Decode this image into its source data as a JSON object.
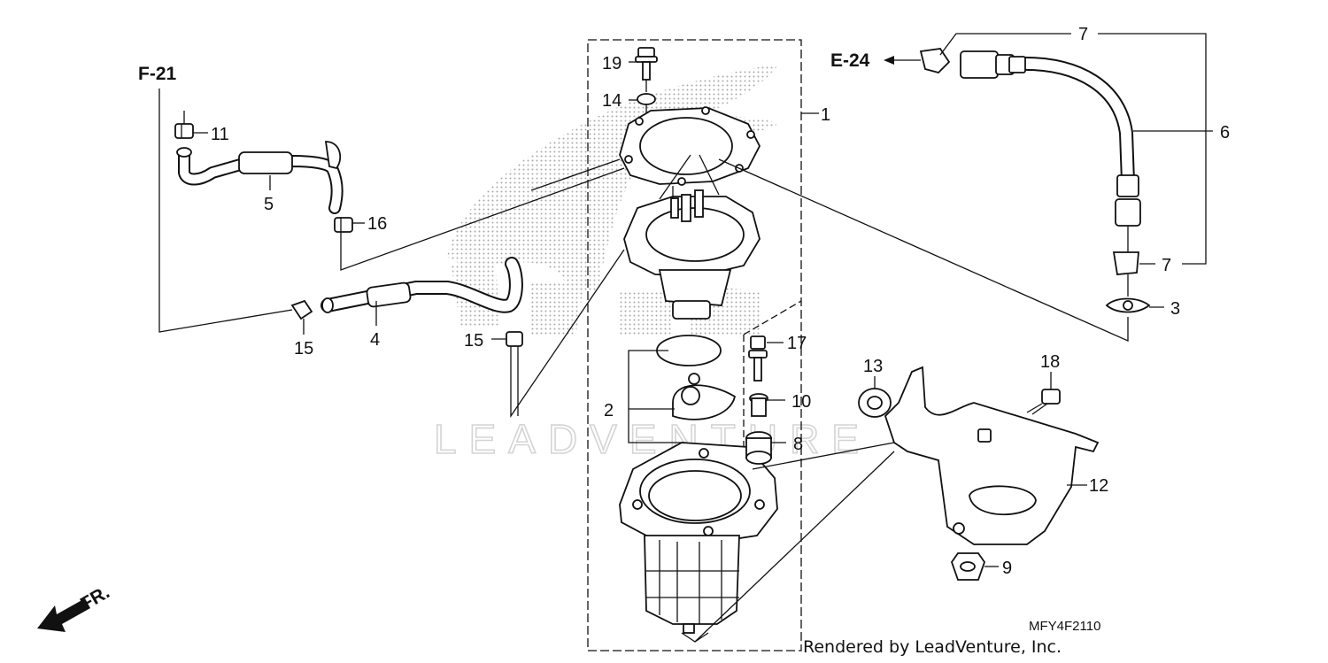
{
  "diagram": {
    "refs": {
      "f21": "F-21",
      "e24": "E-24",
      "front": "FR."
    },
    "part_numbers": {
      "p1": "1",
      "p2": "2",
      "p3": "3",
      "p4": "4",
      "p5": "5",
      "p6": "6",
      "p7a": "7",
      "p7b": "7",
      "p8": "8",
      "p9": "9",
      "p10": "10",
      "p11": "11",
      "p12": "12",
      "p13": "13",
      "p14": "14",
      "p15a": "15",
      "p15b": "15",
      "p16": "16",
      "p17": "17",
      "p18": "18",
      "p19": "19"
    },
    "diagram_code": "MFY4F2110",
    "credit": "Rendered by LeadVenture, Inc.",
    "watermark": "LEADVENTURE"
  }
}
